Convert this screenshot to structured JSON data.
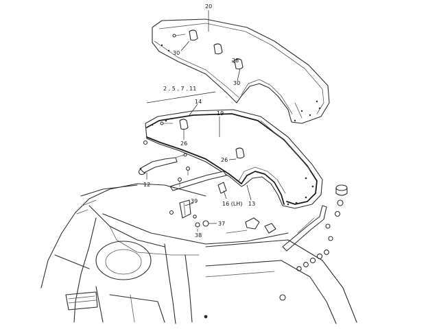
{
  "callouts": {
    "c20": "20",
    "c30a": "30",
    "c28": "28",
    "c30b": "30",
    "c2571": "2 . 5 . 7 . 11",
    "c14": "14",
    "c19": "19",
    "c26a": "26",
    "c26b": "26",
    "c12": "12",
    "c39": "39",
    "c16": "16 (LH)",
    "c13": "13",
    "c37": "37",
    "c38": "38"
  }
}
